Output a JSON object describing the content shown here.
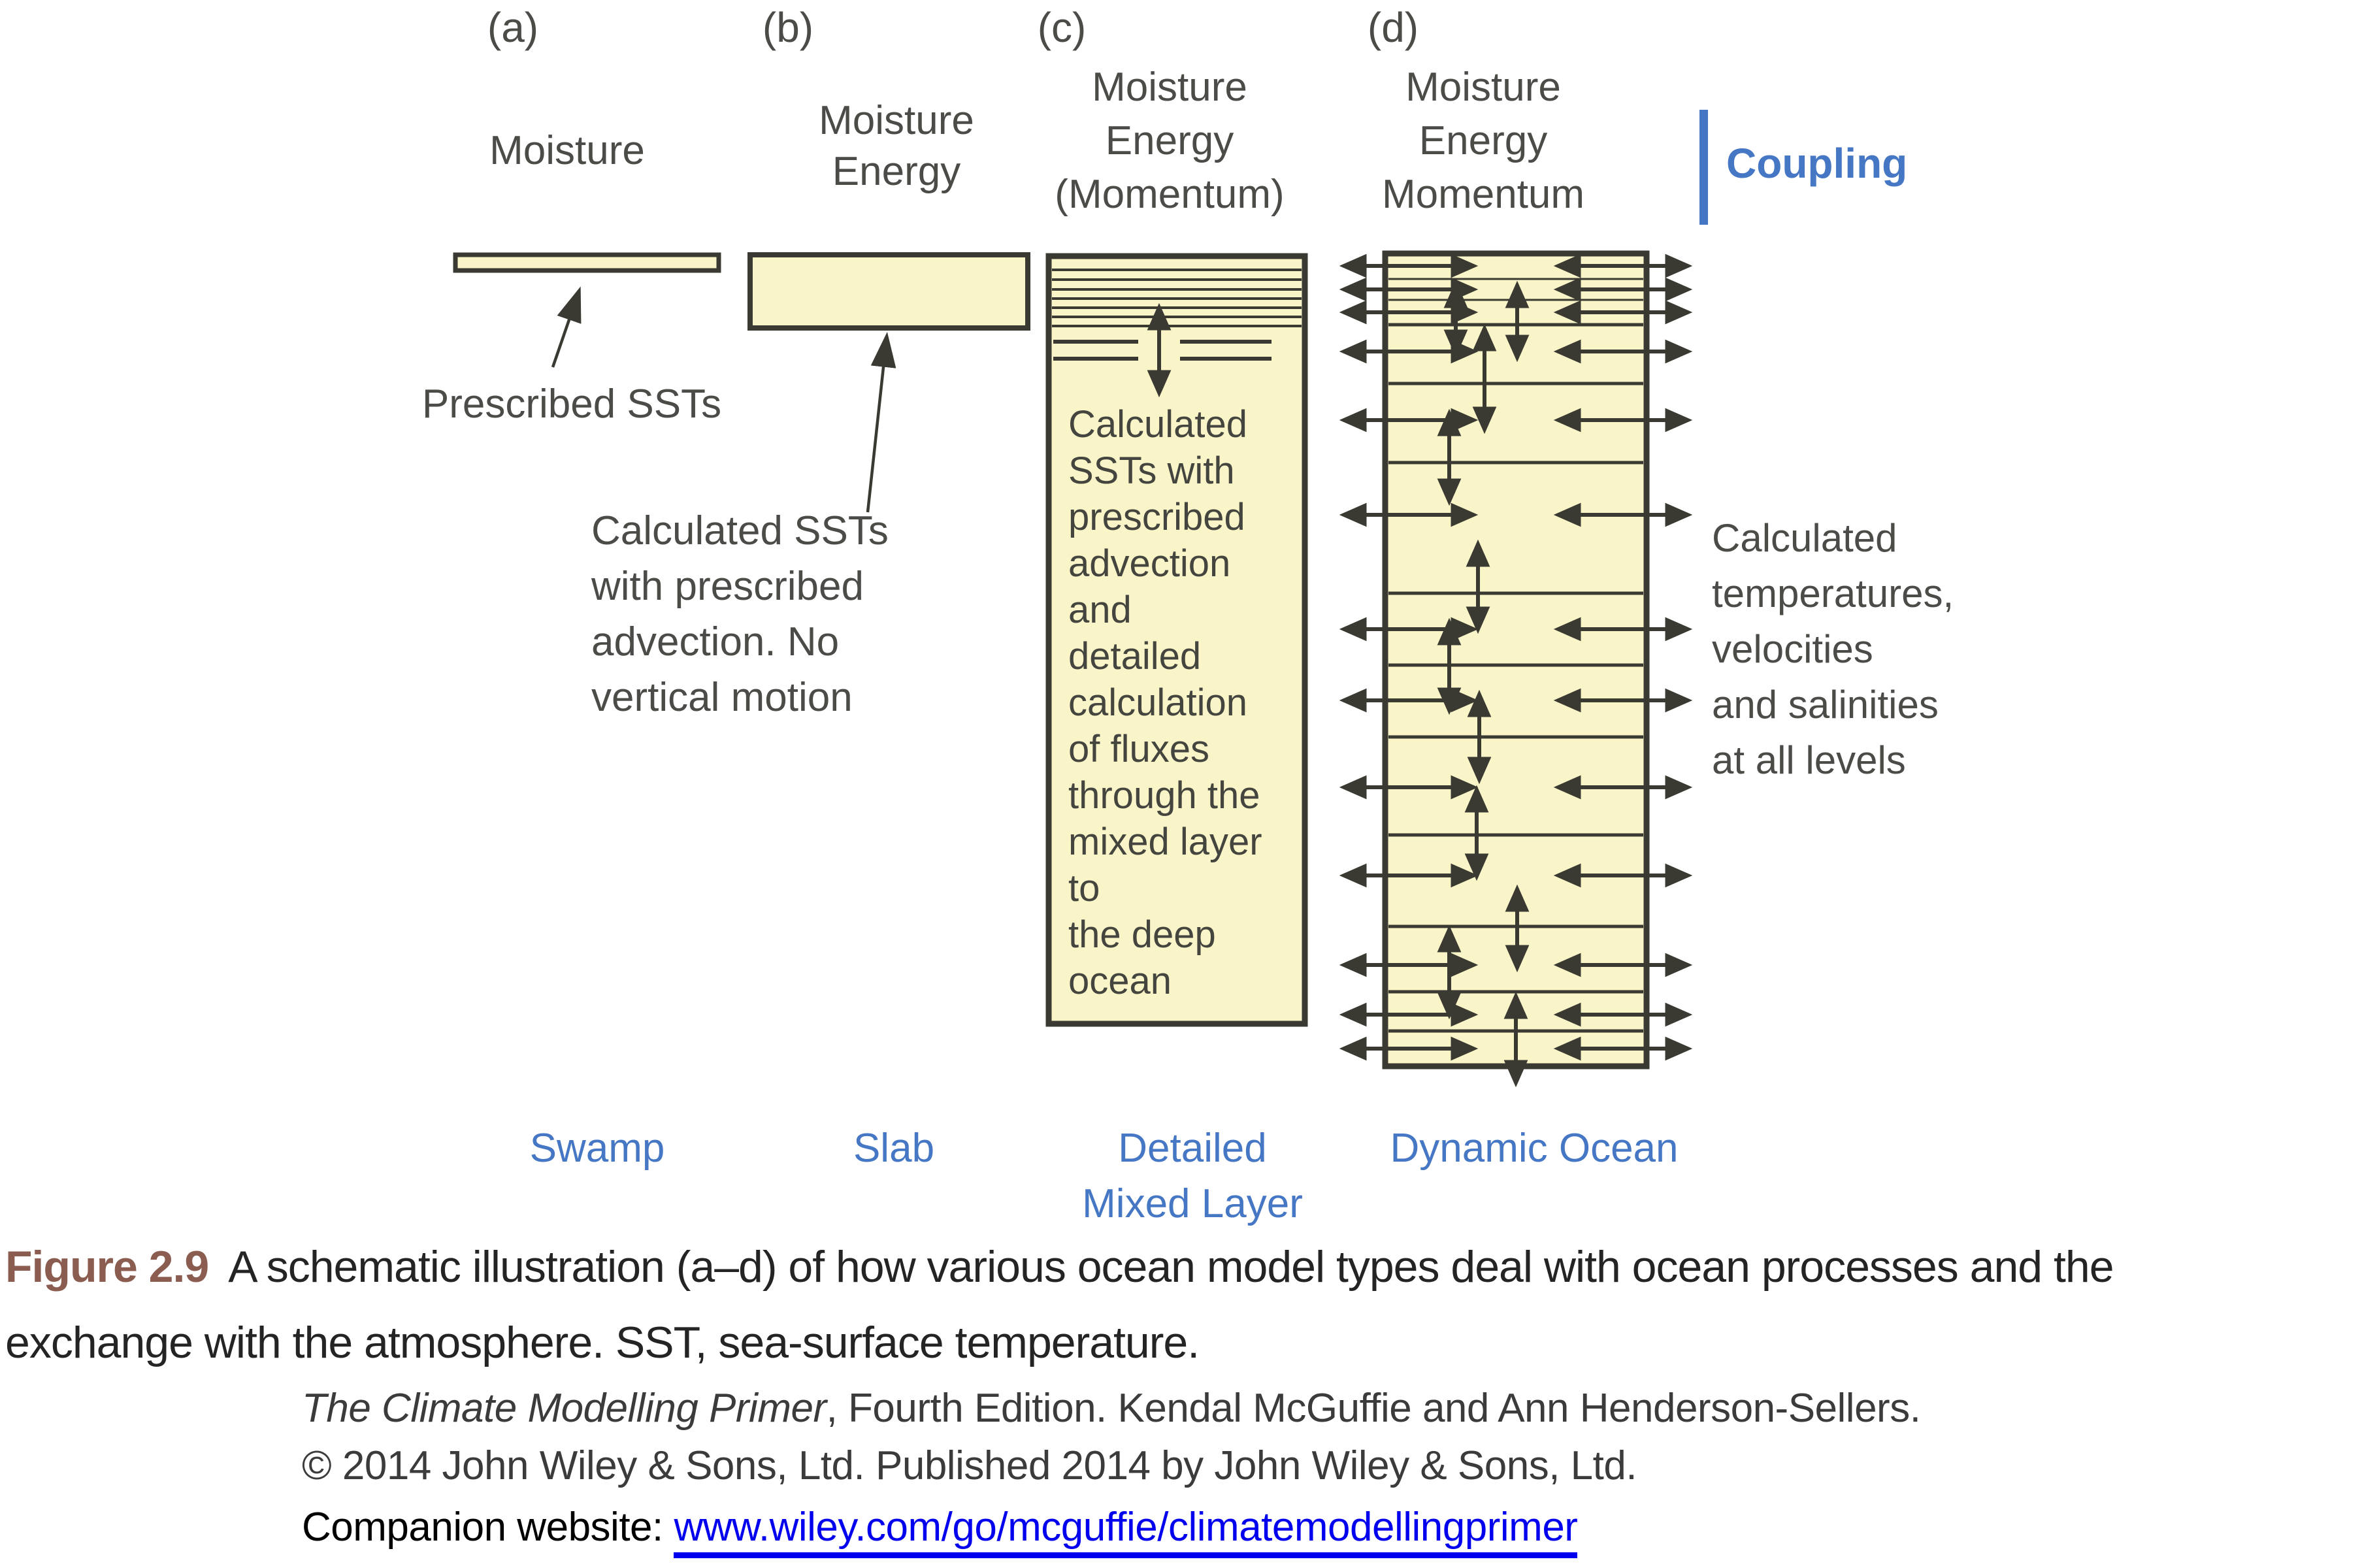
{
  "colors": {
    "panel_fill": "#faf5c9",
    "diagram_ink": "#3a3a32",
    "label_blue": "#4577c4",
    "figure_label_brown": "#8a5d50",
    "link_blue": "#0000ee"
  },
  "panels": {
    "a": {
      "letter": "(a)",
      "header": "Moisture",
      "annotation": "Prescribed SSTs",
      "model": "Swamp"
    },
    "b": {
      "letter": "(b)",
      "header": "Moisture\nEnergy",
      "annotation": "Calculated SSTs\nwith prescribed\nadvection. No\nvertical motion",
      "model": "Slab"
    },
    "c": {
      "letter": "(c)",
      "header": "Moisture\nEnergy\n(Momentum)",
      "box_text": "Calculated\nSSTs with\nprescribed\nadvection\nand\ndetailed\ncalculation\nof fluxes\nthrough the\nmixed layer\nto\nthe deep\nocean",
      "model": "Detailed\nMixed Layer"
    },
    "d": {
      "letter": "(d)",
      "header": "Moisture\nEnergy\nMomentum",
      "annotation": "Calculated\ntemperatures,\nvelocities\nand salinities\nat all levels",
      "model": "Dynamic Ocean"
    }
  },
  "coupling_label": "Coupling",
  "caption": {
    "label": "Figure 2.9",
    "line1": "A schematic illustration (a–d) of how various ocean model types deal with ocean processes and the",
    "line2": "exchange with the atmosphere. SST, sea-surface temperature."
  },
  "attribution": {
    "title_italic": "The Climate Modelling Primer",
    "line1_rest": ", Fourth Edition. Kendal McGuffie and Ann Henderson-Sellers.",
    "line2": "© 2014 John Wiley & Sons, Ltd. Published 2014 by John Wiley & Sons, Ltd.",
    "companion_prefix": "Companion website: ",
    "companion_link": "www.wiley.com/go/mcguffie/climatemodellingprimer"
  }
}
